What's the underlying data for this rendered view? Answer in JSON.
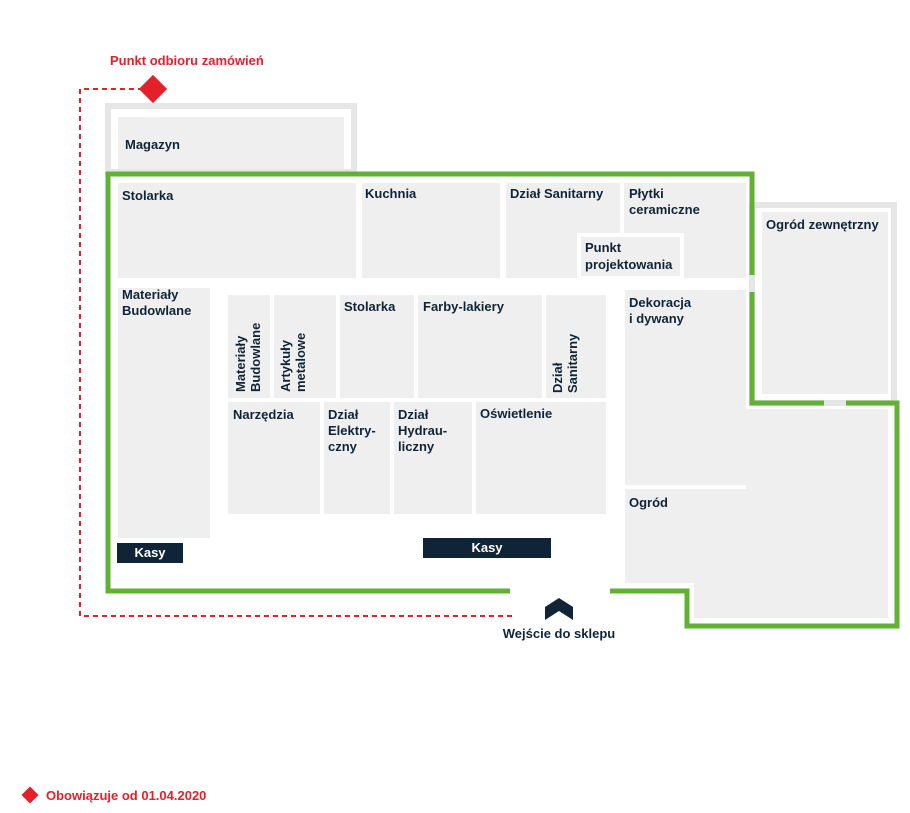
{
  "colors": {
    "wall": "#61b136",
    "pickup": "#e4202a",
    "dark": "#0f2537",
    "zone": "#efefef",
    "outline": "#e6e6e6"
  },
  "pickup_point": {
    "label": "Punkt odbioru zamówień",
    "icon": "red-diamond-icon"
  },
  "entrance": {
    "label": "Wejście do sklepu",
    "icon": "entrance-arrow-icon"
  },
  "departments": {
    "magazyn": "Magazyn",
    "stolarka_top": "Stolarka",
    "kuchnia": "Kuchnia",
    "dzial_sanitarny_top": "Dział Sanitarny",
    "plytki": [
      "Płytki",
      "ceramiczne"
    ],
    "punkt_projektowania": [
      "Punkt",
      "projektowania"
    ],
    "ogrod_zewnetrzny": "Ogród zewnętrzny",
    "materialy_budowlane_left": [
      "Materiały",
      "Budowlane"
    ],
    "materialy_budowlane_vertical": [
      "Materiały",
      "Budowlane"
    ],
    "artykuly_metalowe": [
      "Artykuły",
      "metalowe"
    ],
    "stolarka_mid": "Stolarka",
    "farby_lakiery": "Farby-lakiery",
    "dzial_sanitarny_vertical": [
      "Dział",
      "Sanitarny"
    ],
    "dekoracja": [
      "Dekoracja",
      "i dywany"
    ],
    "narzedzia": "Narzędzia",
    "dzial_elektryczny": [
      "Dział",
      "Elektry-",
      "czny"
    ],
    "dzial_hydrauliczny": [
      "Dział",
      "Hydrau-",
      "liczny"
    ],
    "oswietlenie": "Oświetlenie",
    "ogrod": "Ogród",
    "kasy_left": "Kasy",
    "kasy_center": "Kasy"
  },
  "legend": {
    "text": "Obowiązuje od 01.04.2020",
    "icon": "red-diamond-icon"
  }
}
